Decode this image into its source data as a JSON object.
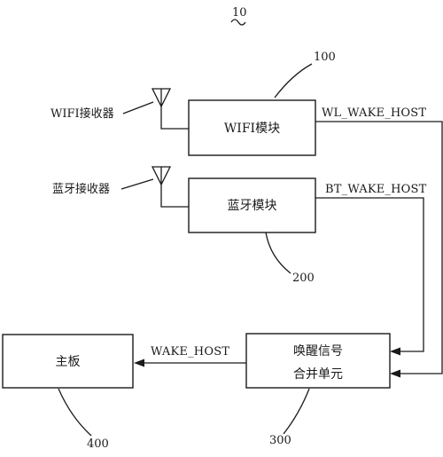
{
  "figure_ref": "10",
  "blocks": {
    "wifi_module": {
      "label": "WIFI模块",
      "ref": "100"
    },
    "bt_module": {
      "label": "蓝牙模块",
      "ref": "200"
    },
    "merge_unit": {
      "label_line1": "唤醒信号",
      "label_line2": "合并单元",
      "ref": "300"
    },
    "mainboard": {
      "label": "主板",
      "ref": "400"
    }
  },
  "receivers": {
    "wifi": {
      "label": "WIFI接收器"
    },
    "bt": {
      "label": "蓝牙接收器"
    }
  },
  "signals": {
    "wl_wake_host": "WL_WAKE_HOST",
    "bt_wake_host": "BT_WAKE_HOST",
    "wake_host": "WAKE_HOST"
  }
}
